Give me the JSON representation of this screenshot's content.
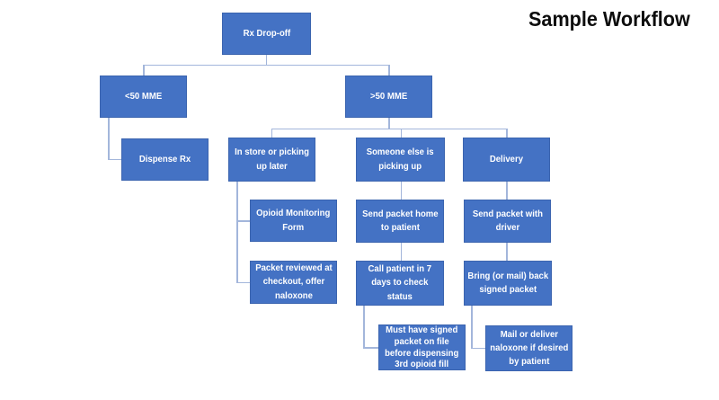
{
  "title": "Sample Workflow",
  "colors": {
    "node_fill": "#4472C4",
    "node_border": "#3B64AF",
    "node_text": "#FFFFFF",
    "connector": "#A3B6DB",
    "title_text": "#0D0D0D",
    "background": "#FFFFFF"
  },
  "flowchart": {
    "nodes": {
      "rx_dropoff": "Rx Drop-off",
      "lt50_mme": "<50 MME",
      "gt50_mme": ">50 MME",
      "dispense_rx": "Dispense Rx",
      "in_store": "In store or picking\nup later",
      "someone_else": "Someone else is\npicking up",
      "delivery": "Delivery",
      "opioid_form": "Opioid Monitoring\nForm",
      "packet_reviewed": "Packet reviewed at\ncheckout, offer\nnaloxone",
      "send_home": "Send packet home\nto patient",
      "call_patient": "Call patient in 7\ndays to check\nstatus",
      "send_driver": "Send packet with\ndriver",
      "bring_back": "Bring (or mail) back\nsigned packet",
      "must_signed": "Must have signed\npacket on file\nbefore dispensing\n3rd opioid fill",
      "mail_deliver": "Mail or deliver\nnaloxone if desired\nby patient"
    },
    "edges": [
      {
        "from": "rx_dropoff",
        "to": "lt50_mme"
      },
      {
        "from": "rx_dropoff",
        "to": "gt50_mme"
      },
      {
        "from": "lt50_mme",
        "to": "dispense_rx"
      },
      {
        "from": "gt50_mme",
        "to": "in_store"
      },
      {
        "from": "gt50_mme",
        "to": "someone_else"
      },
      {
        "from": "gt50_mme",
        "to": "delivery"
      },
      {
        "from": "in_store",
        "to": "opioid_form"
      },
      {
        "from": "in_store",
        "to": "packet_reviewed"
      },
      {
        "from": "someone_else",
        "to": "send_home"
      },
      {
        "from": "send_home",
        "to": "call_patient"
      },
      {
        "from": "call_patient",
        "to": "must_signed"
      },
      {
        "from": "delivery",
        "to": "send_driver"
      },
      {
        "from": "send_driver",
        "to": "bring_back"
      },
      {
        "from": "bring_back",
        "to": "mail_deliver"
      }
    ]
  }
}
